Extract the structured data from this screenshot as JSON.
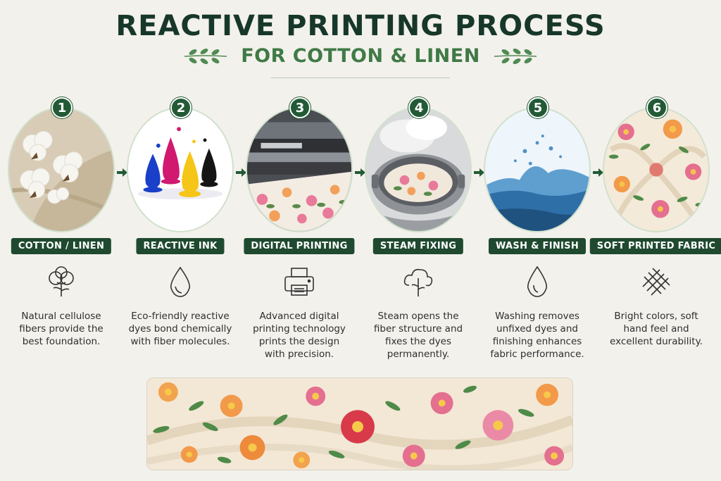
{
  "header": {
    "title": "REACTIVE PRINTING PROCESS",
    "subtitle": "FOR COTTON & LINEN"
  },
  "colors": {
    "background": "#f3f1ec",
    "title": "#17372a",
    "accent_green": "#3f7a46",
    "badge": "#1f4a30",
    "number": "#235a36"
  },
  "steps": [
    {
      "number": "1",
      "label": "COTTON / LINEN",
      "icon": "cotton-plant-icon",
      "lines": [
        "Natural cellulose",
        "fibers provide the",
        "best foundation."
      ]
    },
    {
      "number": "2",
      "label": "REACTIVE INK",
      "icon": "ink-drop-icon",
      "lines": [
        "Eco-friendly reactive",
        "dyes bond chemically",
        "with fiber molecules."
      ]
    },
    {
      "number": "3",
      "label": "DIGITAL PRINTING",
      "icon": "printer-icon",
      "lines": [
        "Advanced digital",
        "printing technology",
        "prints the design",
        "with precision."
      ]
    },
    {
      "number": "4",
      "label": "STEAM FIXING",
      "icon": "steam-cloud-icon",
      "lines": [
        "Steam opens the",
        "fiber structure and",
        "fixes the dyes",
        "permanently."
      ]
    },
    {
      "number": "5",
      "label": "WASH & FINISH",
      "icon": "water-drop-icon",
      "lines": [
        "Washing removes",
        "unfixed dyes and",
        "finishing enhances",
        "fabric performance."
      ]
    },
    {
      "number": "6",
      "label": "SOFT PRINTED FABRIC",
      "icon": "woven-fabric-icon",
      "lines": [
        "Bright colors, soft",
        "hand feel and",
        "excellent durability."
      ]
    }
  ]
}
